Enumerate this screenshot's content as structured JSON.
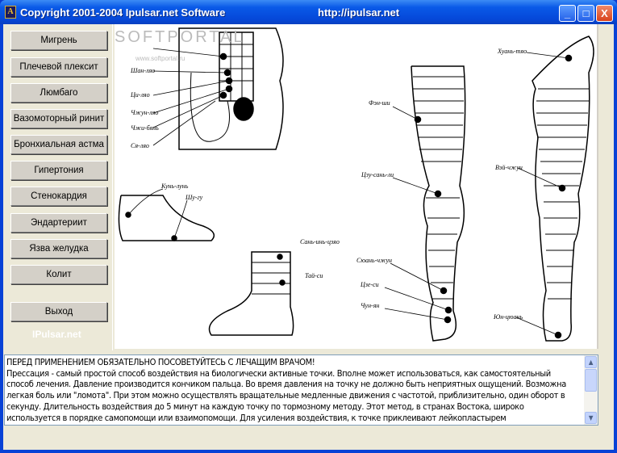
{
  "window": {
    "title": "Copyright 2001-2004 Ipulsar.net Software",
    "url": "http://ipulsar.net",
    "icon_letter": "A",
    "minimize": "_",
    "maximize": "□",
    "close": "X"
  },
  "sidebar": {
    "buttons": [
      {
        "label": "Мигрень"
      },
      {
        "label": "Плечевой плексит"
      },
      {
        "label": "Люмбаго"
      },
      {
        "label": "Вазомоторный ринит"
      },
      {
        "label": "Бронхиальная астма"
      },
      {
        "label": "Гипертония"
      },
      {
        "label": "Стенокардия"
      },
      {
        "label": "Эндартериит"
      },
      {
        "label": "Язва желудка"
      },
      {
        "label": "Колит"
      }
    ],
    "exit_label": "Выход",
    "brand": "IPulsar.net"
  },
  "illustration": {
    "watermark": "SOFTPORTAL",
    "watermark_url": "www.softportal.ru",
    "hip_labels": [
      "Шан-ляо",
      "Ци-ляо",
      "Чжун-ляо",
      "Чжи-бянь",
      "Ся-ляо"
    ],
    "foot_labels": [
      "Кунь-лунь",
      "Шу-гу"
    ],
    "ankle_labels": [
      "Сань-инь-цзяо",
      "Тай-си"
    ],
    "leg_front_labels": [
      "Фэн-ши",
      "Цзу-сань-ли",
      "Сюань-чжун",
      "Цзе-си",
      "Чун-ян"
    ],
    "leg_back_labels": [
      "Хуань-тяо",
      "Вэй-чжун",
      "Юн-цюань"
    ]
  },
  "memo": {
    "lines": [
      "ПЕРЕД ПРИМЕНЕНИЕМ ОБЯЗАТЕЛЬНО ПОСОВЕТУЙТЕСЬ С ЛЕЧАЩИМ ВРАЧОМ!",
      "Прессация - самый простой способ воздействия на биологически активные точки. Вполне может использоваться, как самостоятельный",
      "способ лечения. Давление производится кончиком пальца. Во время давления на точку не должно быть неприятных ощущений. Возможна",
      "легкая боль или \"ломота\". При этом можно осуществлять вращательные медленные движения с частотой, приблизительно, один оборот в",
      "секунду. Длительность воздействия до 5 минут на каждую точку по тормозному методу. Этот метод, в странах Востока, широко",
      "используется в порядке самопомощи или взаимопомощи. Для усиления воздействия, к точке приклеивают лейкопластырем"
    ]
  }
}
